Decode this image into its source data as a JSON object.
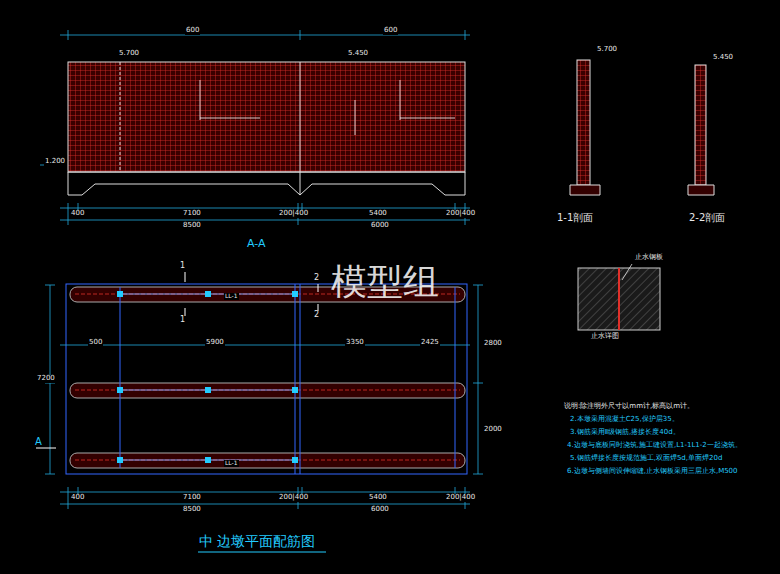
{
  "diagram": {
    "title": "中 边墩平面配筋图",
    "labels": [
      "5.700",
      "5.450",
      "1.200",
      "600",
      "600",
      "400",
      "7100",
      "200|400",
      "5400",
      "200|400",
      "8500",
      "6000",
      "A-A",
      "5.700",
      "5.450",
      "1-1剖面",
      "2-2剖面",
      "止水钢板",
      "止水详图",
      "1",
      "1",
      "2",
      "2",
      "A",
      "LL-1",
      "LL-1",
      "7200",
      "2800",
      "2000",
      "500",
      "5900",
      "3350",
      "2425",
      "400",
      "7100",
      "200|400",
      "5400",
      "200|400",
      "8500",
      "6000",
      "说明:除注明外尺寸以mm计,标高以m计。",
      "2.本墩采用混凝土C25,保护层35。",
      "3.钢筋采用Ⅱ级钢筋,搭接长度40d。",
      "4.边墩与底板同时浇筑,施工缝设置,L1-1L1-2一起浇筑。",
      "5.钢筋焊接长度按规范施工,双面焊5d,单面焊20d",
      "6.边墩与侧墙间设伸缩缝,止水钢板采用三层止水,M500",
      "模型组"
    ]
  }
}
